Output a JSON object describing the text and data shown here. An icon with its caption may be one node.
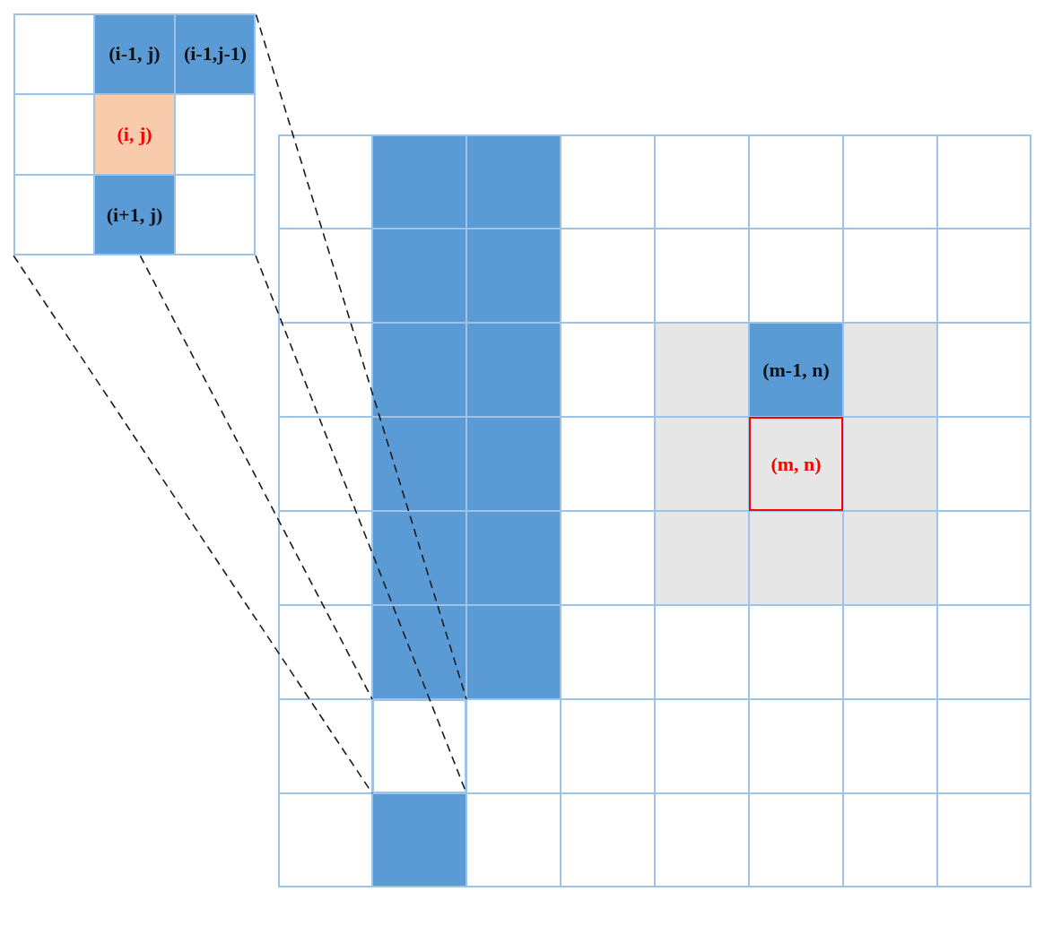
{
  "diagram": {
    "nodes": [
      {
        "text": [],
        "shape": "grid"
      },
      {
        "text": [
          "(i-1, j)"
        ],
        "in": 0
      },
      {
        "text": [
          "(i-1,j-1)"
        ],
        "in": 0
      },
      {
        "text": [
          "(i, j)"
        ],
        "in": 0
      },
      {
        "text": [
          "(i+1, j)"
        ],
        "in": 0
      },
      {
        "text": [],
        "shape": "grid"
      },
      {
        "text": [],
        "shape": "box",
        "in": 5
      },
      {
        "text": [
          "(m-1, n)"
        ],
        "in": 6
      },
      {
        "text": [
          "(m, n)"
        ],
        "in": 6
      },
      {
        "text": [],
        "shape": "box",
        "in": 5
      }
    ],
    "edges": [
      {
        "from": 0,
        "to": 9,
        "arrow": "none",
        "style": "dashed"
      },
      {
        "from": 0,
        "to": 9,
        "arrow": "none",
        "style": "dashed"
      },
      {
        "from": 0,
        "to": 9,
        "arrow": "none",
        "style": "dashed"
      },
      {
        "from": 0,
        "to": 9,
        "arrow": "none",
        "style": "dashed"
      }
    ]
  }
}
